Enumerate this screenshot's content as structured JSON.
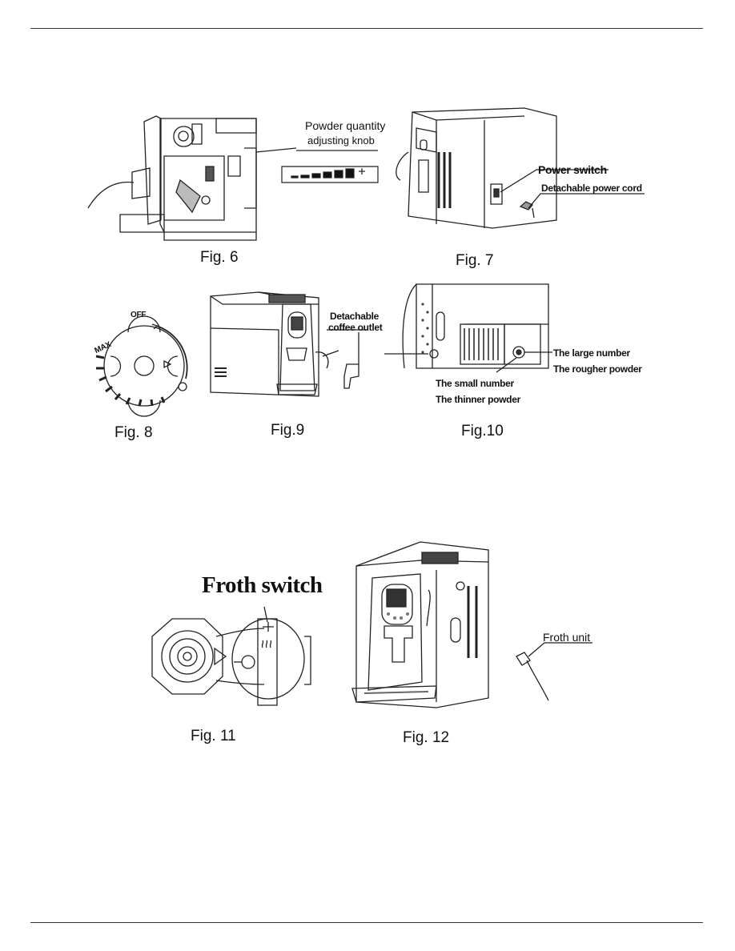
{
  "figures": {
    "fig6": {
      "caption": "Fig. 6",
      "label_line1": "Powder quantity",
      "label_line2": "adjusting knob"
    },
    "fig7": {
      "caption": "Fig. 7",
      "power_switch": "Power switch",
      "power_cord": "Detachable power cord"
    },
    "fig8": {
      "caption": "Fig. 8",
      "dial_off": "OFF",
      "dial_max": "MAX"
    },
    "fig9": {
      "caption": "Fig.9",
      "outlet_line1": "Detachable",
      "outlet_line2": "coffee outlet"
    },
    "fig10": {
      "caption": "Fig.10",
      "large_number": "The large number",
      "rougher_powder": "The rougher powder",
      "small_number": "The small number",
      "thinner_powder": "The thinner powder"
    },
    "fig11": {
      "caption": "Fig. 11",
      "froth_switch": "Froth switch"
    },
    "fig12": {
      "caption": "Fig. 12",
      "froth_unit": "Froth unit"
    }
  }
}
